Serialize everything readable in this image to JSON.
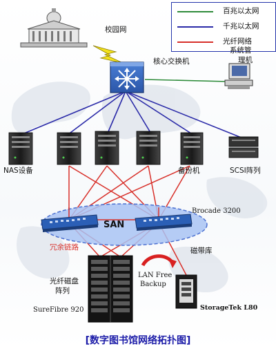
{
  "legend": {
    "items": [
      {
        "label": "百兆以太网",
        "color": "#2e8b3a"
      },
      {
        "label": "千兆以太网",
        "color": "#2a2aa8"
      },
      {
        "label": "光纤网络",
        "color": "#d8302a"
      }
    ]
  },
  "nodes": {
    "campus": "校园网",
    "core_switch": "核心交换机",
    "admin_line1": "系统管",
    "admin_line2": "理机",
    "nas": "NAS设备",
    "backup": "备份机",
    "scsi": "SCSI阵列",
    "brocade": "Brocade 3200",
    "san": "SAN",
    "redundant": "冗余链路",
    "tape": "磁带库",
    "disk_line1": "光纤磁盘",
    "disk_line2": "阵列",
    "lan_line1": "LAN Free",
    "lan_line2": "Backup",
    "surefibre": "SureFibre 920",
    "storagetek": "StorageTek L80"
  },
  "caption": "[数字图书馆网络拓扑图]",
  "colors": {
    "blue_link": "#2a2aa8",
    "red_link": "#d8302a",
    "green_link": "#2e8b3a",
    "san_ellipse": "#9db7ee"
  }
}
